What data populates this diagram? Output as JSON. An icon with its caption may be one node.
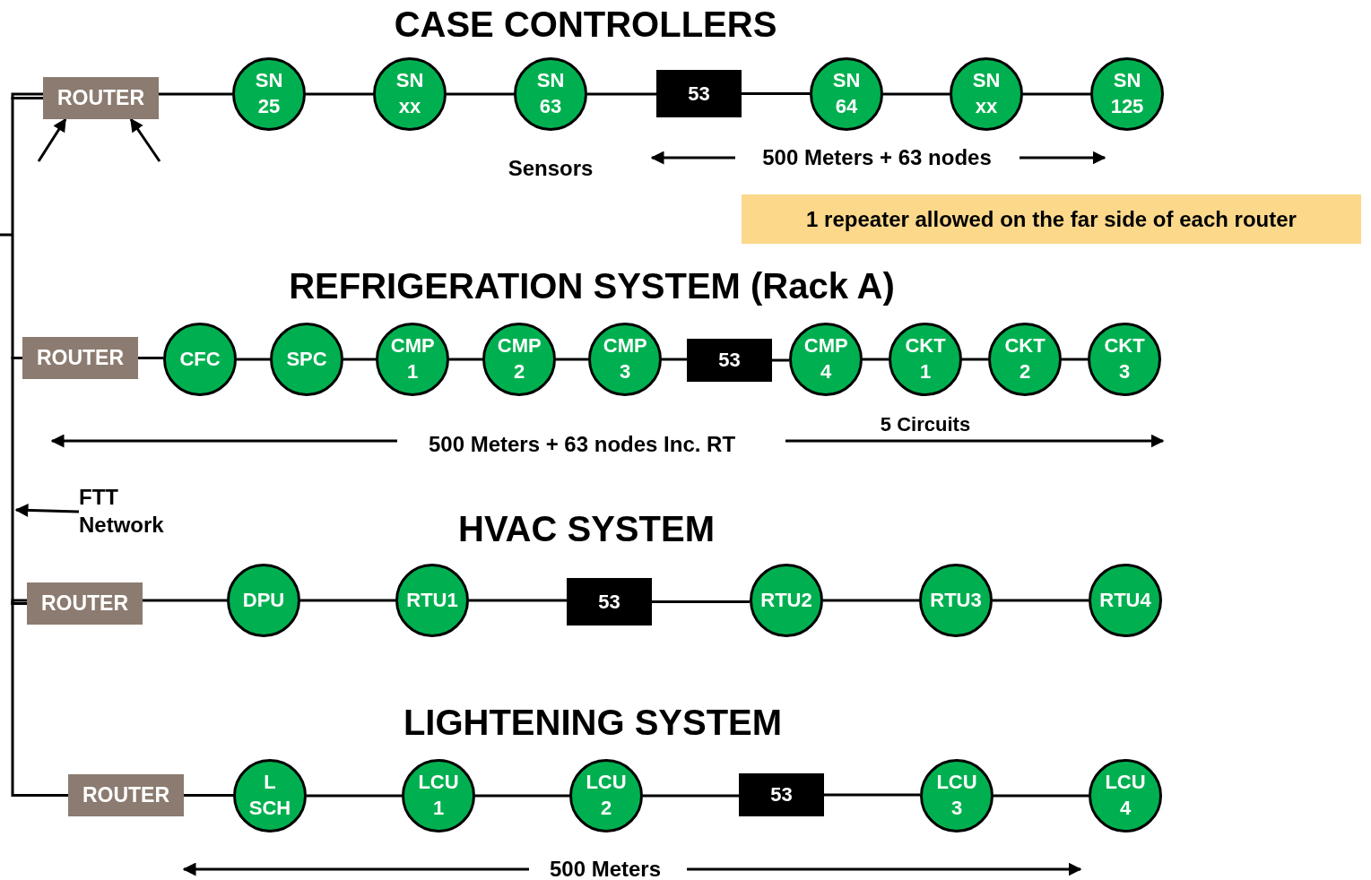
{
  "diagram": {
    "nodes": [
      {
        "text": [
          "ROUTER"
        ]
      },
      {
        "text": [
          "SN 25"
        ]
      },
      {
        "text": [
          "SN xx"
        ]
      },
      {
        "text": [
          "SN 63"
        ]
      },
      {
        "text": [
          "53"
        ]
      },
      {
        "text": [
          "SN 64"
        ]
      },
      {
        "text": [
          "SN xx"
        ]
      },
      {
        "text": [
          "SN 125"
        ]
      },
      {
        "text": [
          "1 repeater allowed on the far side of each router"
        ]
      },
      {
        "text": [
          "ROUTER"
        ]
      },
      {
        "text": [
          "CFC"
        ]
      },
      {
        "text": [
          "SPC"
        ]
      },
      {
        "text": [
          "CMP 1"
        ]
      },
      {
        "text": [
          "CMP 2"
        ]
      },
      {
        "text": [
          "CMP 3"
        ]
      },
      {
        "text": [
          "53"
        ]
      },
      {
        "text": [
          "CMP 4"
        ]
      },
      {
        "text": [
          "CKT 1"
        ]
      },
      {
        "text": [
          "CKT 2"
        ]
      },
      {
        "text": [
          "CKT 3"
        ]
      },
      {
        "text": [
          "FTT Network"
        ]
      },
      {
        "text": [
          "ROUTER"
        ]
      },
      {
        "text": [
          "DPU"
        ]
      },
      {
        "text": [
          "RTU1"
        ]
      },
      {
        "text": [
          "53"
        ]
      },
      {
        "text": [
          "RTU2"
        ]
      },
      {
        "text": [
          "RTU3"
        ]
      },
      {
        "text": [
          "RTU4"
        ]
      },
      {
        "text": [
          "ROUTER"
        ]
      },
      {
        "text": [
          "L SCH"
        ]
      },
      {
        "text": [
          "LCU 1"
        ]
      },
      {
        "text": [
          "LCU 2"
        ]
      },
      {
        "text": [
          "53"
        ]
      },
      {
        "text": [
          "LCU 3"
        ]
      },
      {
        "text": [
          "LCU 4"
        ]
      }
    ],
    "edges": [
      {
        "from": 0,
        "to": 1,
        "arrow": "none"
      },
      {
        "from": 1,
        "to": 2,
        "arrow": "none"
      },
      {
        "from": 2,
        "to": 3,
        "arrow": "none"
      },
      {
        "from": 3,
        "to": 4,
        "arrow": "none"
      },
      {
        "from": 4,
        "to": 5,
        "arrow": "none"
      },
      {
        "from": 5,
        "to": 6,
        "arrow": "none"
      },
      {
        "from": 6,
        "to": 7,
        "arrow": "none"
      },
      {
        "from": 9,
        "to": 10,
        "arrow": "none"
      },
      {
        "from": 10,
        "to": 11,
        "arrow": "none"
      },
      {
        "from": 11,
        "to": 12,
        "arrow": "none"
      },
      {
        "from": 12,
        "to": 13,
        "arrow": "none"
      },
      {
        "from": 13,
        "to": 14,
        "arrow": "none"
      },
      {
        "from": 14,
        "to": 15,
        "arrow": "none"
      },
      {
        "from": 15,
        "to": 16,
        "arrow": "none"
      },
      {
        "from": 16,
        "to": 17,
        "arrow": "none"
      },
      {
        "from": 17,
        "to": 18,
        "arrow": "none"
      },
      {
        "from": 18,
        "to": 19,
        "arrow": "none"
      },
      {
        "from": 21,
        "to": 22,
        "arrow": "none"
      },
      {
        "from": 22,
        "to": 23,
        "arrow": "none"
      },
      {
        "from": 23,
        "to": 24,
        "arrow": "none"
      },
      {
        "from": 24,
        "to": 25,
        "arrow": "none"
      },
      {
        "from": 25,
        "to": 26,
        "arrow": "none"
      },
      {
        "from": 26,
        "to": 27,
        "arrow": "none"
      },
      {
        "from": 28,
        "to": 29,
        "arrow": "none"
      },
      {
        "from": 29,
        "to": 30,
        "arrow": "none"
      },
      {
        "from": 30,
        "to": 31,
        "arrow": "none"
      },
      {
        "from": 31,
        "to": 32,
        "arrow": "none"
      },
      {
        "from": 32,
        "to": 33,
        "arrow": "none"
      },
      {
        "from": 33,
        "to": 34,
        "arrow": "none"
      },
      {
        "from": 0,
        "to": 9,
        "arrow": "none"
      },
      {
        "from": 9,
        "to": 21,
        "arrow": "none"
      },
      {
        "from": 21,
        "to": 28,
        "arrow": "none"
      },
      {
        "from": null,
        "to": 0,
        "arrow": "to"
      },
      {
        "from": null,
        "to": 0,
        "arrow": "to"
      },
      {
        "from": 20,
        "to": null,
        "arrow": "to"
      }
    ],
    "labels": [
      "CASE CONTROLLERS",
      "Sensors",
      "500 Meters + 63 nodes",
      "REFRIGERATION SYSTEM (Rack A)",
      "5 Circuits",
      "500 Meters + 63 nodes Inc. RT",
      "HVAC SYSTEM",
      "LIGHTENING SYSTEM",
      "500 Meters"
    ]
  }
}
